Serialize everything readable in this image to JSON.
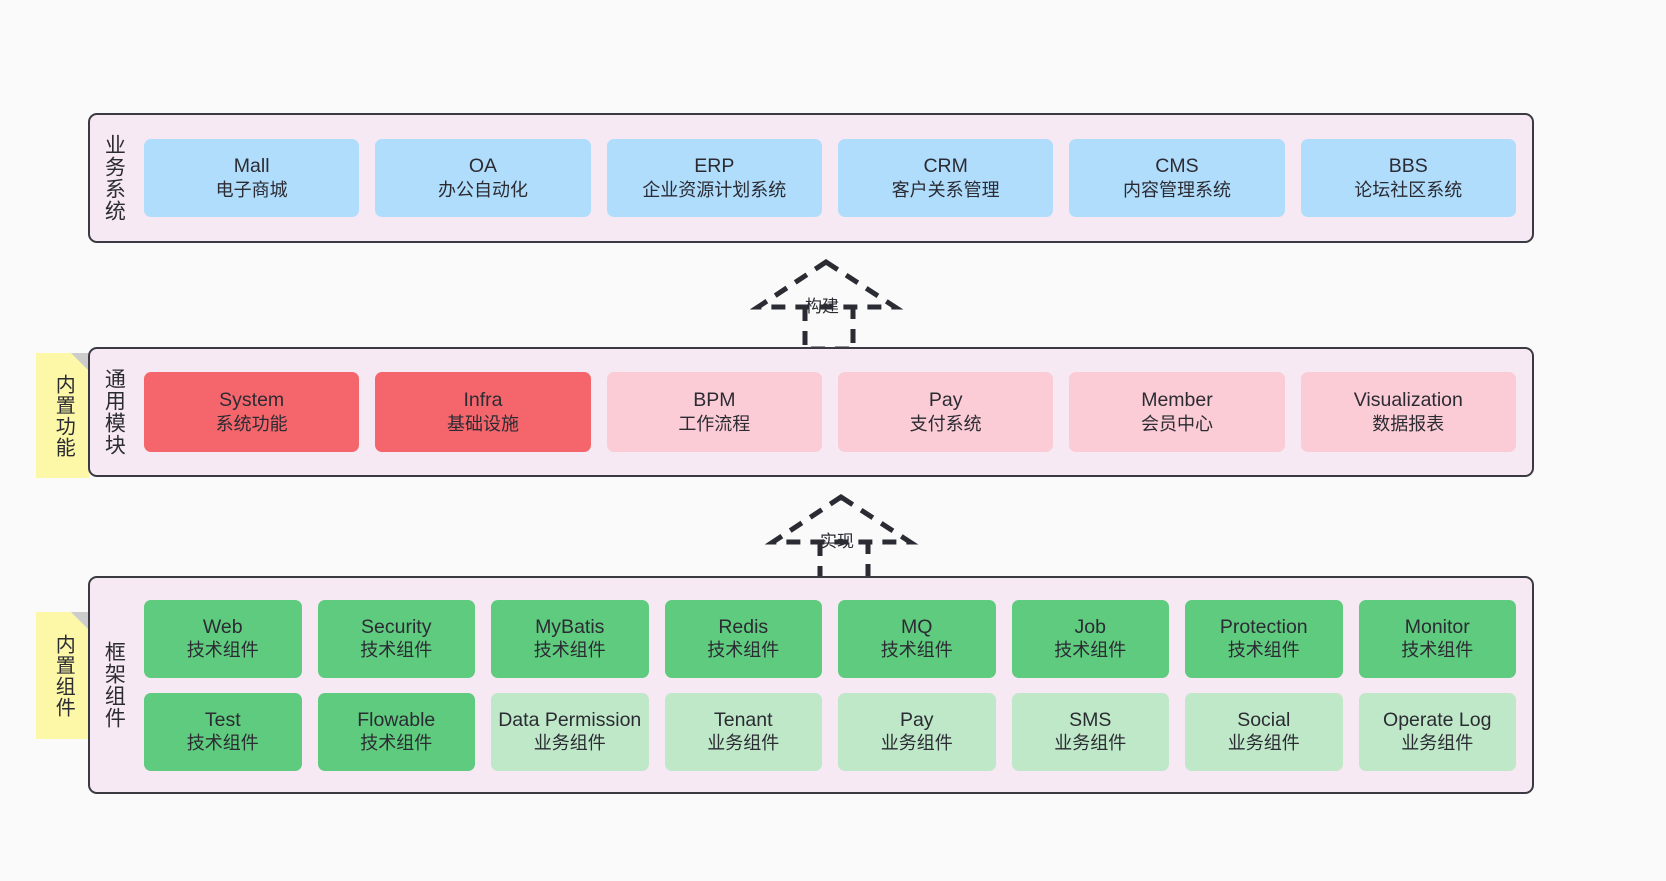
{
  "diagram": {
    "title_hidden": "",
    "colors": {
      "canvas_bg": "#fafafa",
      "layer_bg": "#f7e9f3",
      "layer_border": "#3a3a42",
      "blue": "#b0ddfb",
      "red": "#f4666c",
      "pink": "#fbccd5",
      "green": "#5fcb7e",
      "light_green": "#bfe8c8",
      "note_yellow": "#fcf8a8",
      "note_fold": "#cccccc",
      "text": "#2b2b33"
    }
  },
  "layers": [
    {
      "name": "business-systems",
      "title": "业务系统",
      "rows": [
        [
          {
            "en": "Mall",
            "cn": "电子商城",
            "style": "blue"
          },
          {
            "en": "OA",
            "cn": "办公自动化",
            "style": "blue"
          },
          {
            "en": "ERP",
            "cn": "企业资源计划系统",
            "style": "blue"
          },
          {
            "en": "CRM",
            "cn": "客户关系管理",
            "style": "blue"
          },
          {
            "en": "CMS",
            "cn": "内容管理系统",
            "style": "blue"
          },
          {
            "en": "BBS",
            "cn": "论坛社区系统",
            "style": "blue"
          }
        ]
      ]
    },
    {
      "name": "common-modules",
      "title": "通用模块",
      "note": "内置功能",
      "rows": [
        [
          {
            "en": "System",
            "cn": "系统功能",
            "style": "red"
          },
          {
            "en": "Infra",
            "cn": "基础设施",
            "style": "red"
          },
          {
            "en": "BPM",
            "cn": "工作流程",
            "style": "pink"
          },
          {
            "en": "Pay",
            "cn": "支付系统",
            "style": "pink"
          },
          {
            "en": "Member",
            "cn": "会员中心",
            "style": "pink"
          },
          {
            "en": "Visualization",
            "cn": "数据报表",
            "style": "pink"
          }
        ]
      ]
    },
    {
      "name": "framework-components",
      "title": "框架组件",
      "note": "内置组件",
      "rows": [
        [
          {
            "en": "Web",
            "cn": "技术组件",
            "style": "green"
          },
          {
            "en": "Security",
            "cn": "技术组件",
            "style": "green"
          },
          {
            "en": "MyBatis",
            "cn": "技术组件",
            "style": "green"
          },
          {
            "en": "Redis",
            "cn": "技术组件",
            "style": "green"
          },
          {
            "en": "MQ",
            "cn": "技术组件",
            "style": "green"
          },
          {
            "en": "Job",
            "cn": "技术组件",
            "style": "green"
          },
          {
            "en": "Protection",
            "cn": "技术组件",
            "style": "green"
          },
          {
            "en": "Monitor",
            "cn": "技术组件",
            "style": "green"
          }
        ],
        [
          {
            "en": "Test",
            "cn": "技术组件",
            "style": "green"
          },
          {
            "en": "Flowable",
            "cn": "技术组件",
            "style": "green"
          },
          {
            "en": "Data Permission",
            "cn": "业务组件",
            "style": "lightgreen"
          },
          {
            "en": "Tenant",
            "cn": "业务组件",
            "style": "lightgreen"
          },
          {
            "en": "Pay",
            "cn": "业务组件",
            "style": "lightgreen"
          },
          {
            "en": "SMS",
            "cn": "业务组件",
            "style": "lightgreen"
          },
          {
            "en": "Social",
            "cn": "业务组件",
            "style": "lightgreen"
          },
          {
            "en": "Operate Log",
            "cn": "业务组件",
            "style": "lightgreen"
          }
        ]
      ]
    }
  ],
  "connectors": [
    {
      "name": "build",
      "label": "构建"
    },
    {
      "name": "implement",
      "label": "实现"
    }
  ]
}
